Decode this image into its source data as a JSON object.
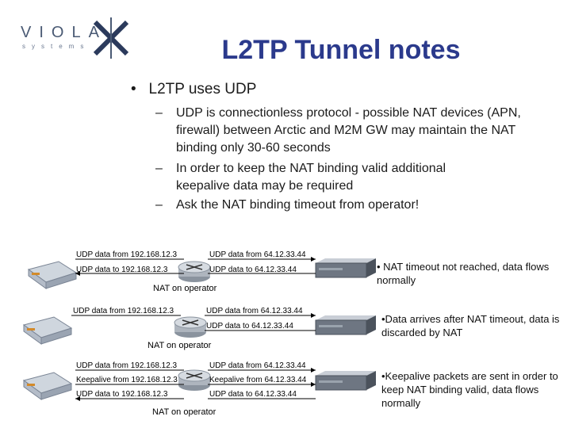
{
  "logo": {
    "word": "VIOLA",
    "sub": "systems"
  },
  "title": "L2TP Tunnel notes",
  "bullet": "L2TP uses UDP",
  "subbullets": [
    "UDP is connectionless protocol - possible NAT devices (APN, firewall) between Arctic and M2M GW may maintain the NAT binding only 30-60 seconds",
    "In order to keep the NAT binding valid additional keepalive data may be required",
    "Ask the NAT binding timeout from operator!"
  ],
  "scenarios": [
    {
      "left_top": "UDP data from 192.168.12.3",
      "left_bottom": "UDP data to 192.168.12.3",
      "right_top": "UDP data from 64.12.33.44",
      "right_bottom": "UDP data to 64.12.33.44",
      "router_label": "NAT on operator",
      "note": "• NAT timeout not reached, data flows normally"
    },
    {
      "left_top": "UDP data from 192.168.12.3",
      "right_top": "UDP data from 64.12.33.44",
      "right_bottom": "UDP data to 64.12.33.44",
      "router_label": "NAT on operator",
      "note": "•Data arrives after NAT timeout, data is discarded by NAT"
    },
    {
      "left_top": "UDP data from 192.168.12.3",
      "left_middle": "Keepalive from 192.168.12.3",
      "left_bottom": "UDP data to 192.168.12.3",
      "right_top": "UDP data from 64.12.33.44",
      "right_middle": "Keepalive from 64.12.33.44",
      "right_bottom": "UDP data to 64.12.33.44",
      "router_label": "NAT on operator",
      "note": "•Keepalive packets are sent in order to keep NAT binding valid, data flows normally"
    }
  ]
}
